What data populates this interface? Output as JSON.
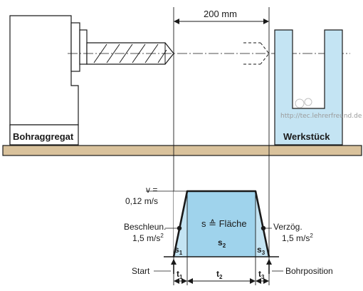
{
  "machine": {
    "label": "Bohraggregat",
    "workpiece_label": "Werkstück",
    "distance_label": "200 mm",
    "watermark": "http://tec.lehrerfreund.de"
  },
  "motion": {
    "velocity_line1": "v =",
    "velocity_line2": "0,12 m/s",
    "accel_line1": "Beschleun.",
    "accel_value": "1,5 m/s",
    "accel_exponent": "2",
    "decel_line1": "Verzög.",
    "decel_value": "1,5 m/s",
    "decel_exponent": "2",
    "area_label": "s ≙ Fläche",
    "segments": [
      {
        "symbol": "s",
        "index": "1"
      },
      {
        "symbol": "s",
        "index": "2"
      },
      {
        "symbol": "s",
        "index": "3"
      }
    ],
    "times": [
      {
        "symbol": "t",
        "index": "1"
      },
      {
        "symbol": "t",
        "index": "2"
      },
      {
        "symbol": "t",
        "index": "3"
      }
    ],
    "start_label": "Start",
    "end_label": "Bohrposition"
  },
  "colors": {
    "fill_light": "#c4e4f3",
    "fill_mid": "#9fd3ec",
    "floor": "#d9c29c",
    "line": "#1a1a1a"
  }
}
